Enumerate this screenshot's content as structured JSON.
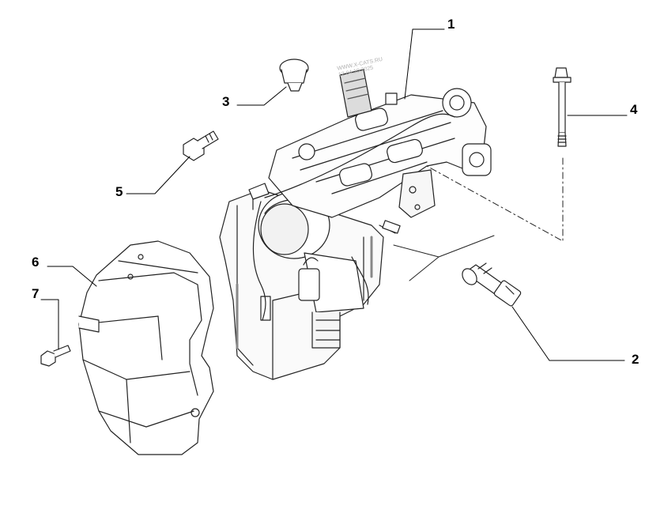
{
  "callouts": [
    {
      "id": "1",
      "label": "1"
    },
    {
      "id": "2",
      "label": "2"
    },
    {
      "id": "3",
      "label": "3"
    },
    {
      "id": "4",
      "label": "4"
    },
    {
      "id": "5",
      "label": "5"
    },
    {
      "id": "6",
      "label": "6"
    },
    {
      "id": "7",
      "label": "7"
    }
  ],
  "watermark": {
    "line1": "WWW.X-CATS.RU",
    "line2": "12.04.10 2025"
  },
  "colors": {
    "ink": "#000000",
    "line": "#222222",
    "shade": "#cfcfcf",
    "dark": "#444444"
  }
}
